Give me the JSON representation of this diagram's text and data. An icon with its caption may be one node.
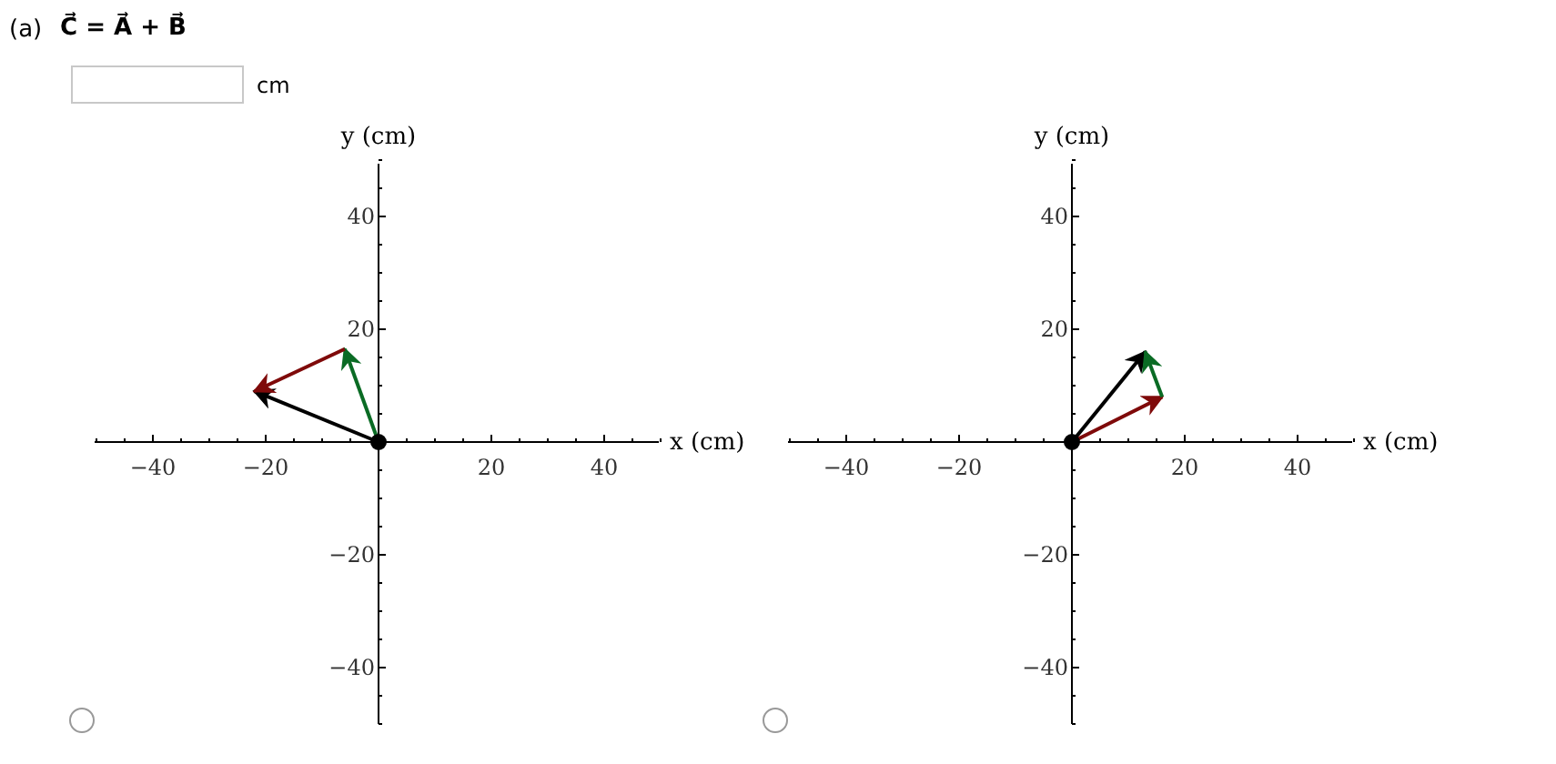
{
  "diagram": {
    "labels": [
      "(a)",
      "C⃗ = A⃗ + B⃗",
      "cm",
      "y (cm)",
      "40",
      "20",
      "x (cm)",
      "−40",
      "−20",
      "20",
      "40",
      "−20",
      "−40",
      "y (cm)",
      "40",
      "20",
      "x (cm)",
      "−40",
      "−20",
      "20",
      "40",
      "−20",
      "−40"
    ]
  }
}
